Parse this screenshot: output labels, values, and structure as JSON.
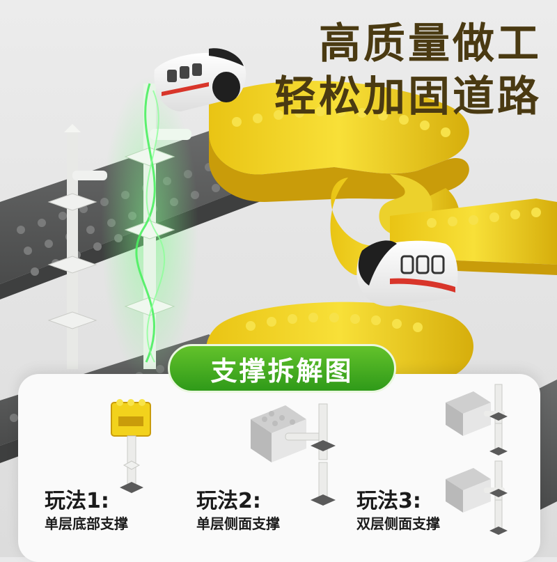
{
  "headline": {
    "line1": "高质量做工",
    "line2": "轻松加固道路"
  },
  "banner": {
    "label": "支撑拆解图"
  },
  "methods": [
    {
      "title": "玩法1:",
      "desc": "单层底部支撑"
    },
    {
      "title": "玩法2:",
      "desc": "单层侧面支撑"
    },
    {
      "title": "玩法3:",
      "desc": "双层侧面支撑"
    }
  ],
  "colors": {
    "headline_text": "#4a3a12",
    "track_yellow": "#f2d21c",
    "track_gray": "#595a5a",
    "banner_green": "#3aa81f",
    "support_white": "#f0f1ef",
    "train_red": "#d8352a"
  }
}
